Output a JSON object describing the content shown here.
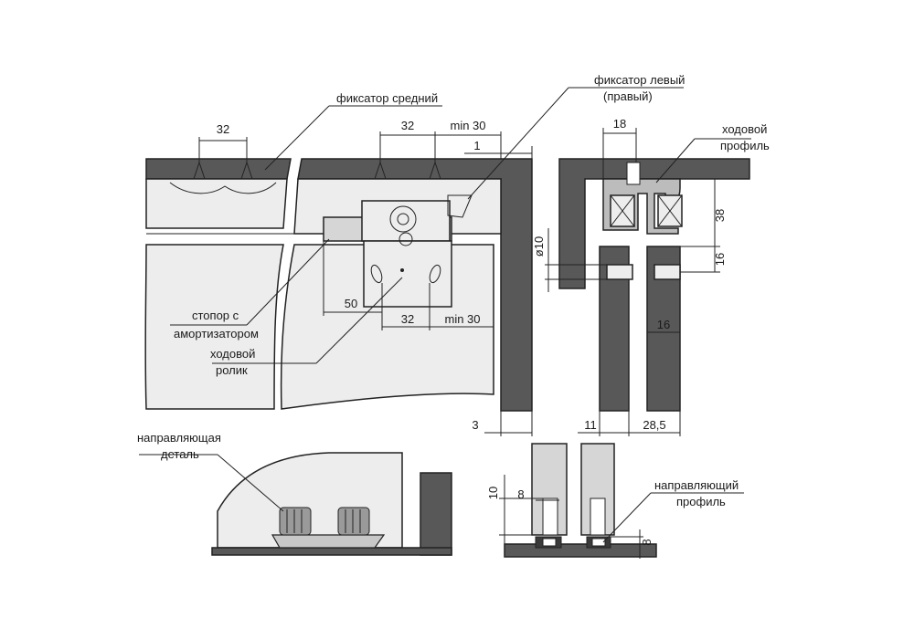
{
  "labels": {
    "fixator_middle": "фиксатор средний",
    "fixator_left_1": "фиксатор левый",
    "fixator_left_2": "(правый)",
    "running_profile_1": "ходовой",
    "running_profile_2": "профиль",
    "stopper_1": "стопор с",
    "stopper_2": "амортизатором",
    "running_roller_1": "ходовой",
    "running_roller_2": "ролик",
    "guide_part_1": "направляющая",
    "guide_part_2": "деталь",
    "guide_profile_1": "направляющий",
    "guide_profile_2": "профиль"
  },
  "dimensions": {
    "d_32_left": "32",
    "d_32_top": "32",
    "d_min30_top": "min 30",
    "d_1": "1",
    "d_50": "50",
    "d_32_bottom": "32",
    "d_min30_bottom": "min 30",
    "d_3": "3",
    "d_18": "18",
    "d_38": "38",
    "d_phi10": "ø10",
    "d_16_vertical": "16",
    "d_16_horizontal": "16",
    "d_11": "11",
    "d_28_5": "28,5",
    "d_10": "10",
    "d_8_horizontal": "8",
    "d_8_vertical": "8"
  }
}
